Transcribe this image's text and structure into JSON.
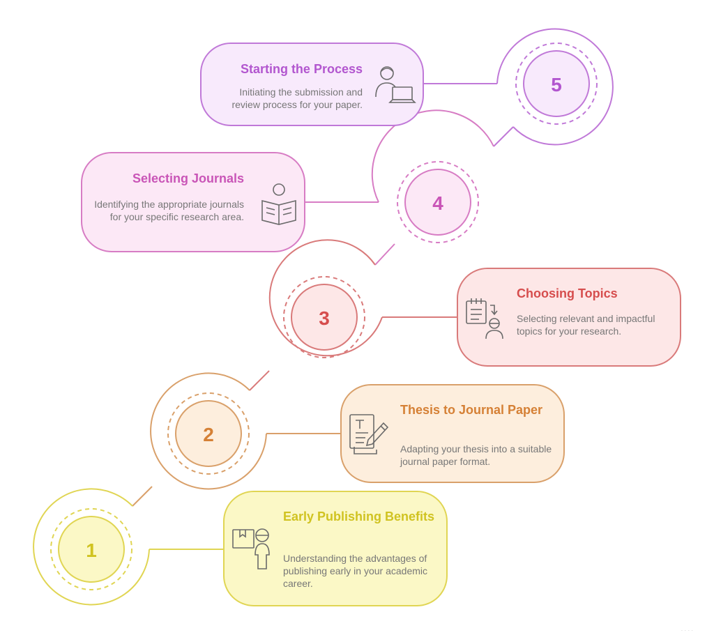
{
  "steps": [
    {
      "number": "1",
      "title": "Early Publishing Benefits",
      "description": "Understanding the advantages of publishing early in your academic career.",
      "icon": "person-document-icon",
      "color": "#e0d553",
      "text_color": "#d0c321",
      "fill": "#fbf8c6"
    },
    {
      "number": "2",
      "title": "Thesis to Journal Paper",
      "description": "Adapting your thesis into a suitable journal paper format.",
      "icon": "document-edit-icon",
      "color": "#d9a06a",
      "text_color": "#d58035",
      "fill": "#fdeedd"
    },
    {
      "number": "3",
      "title": "Choosing Topics",
      "description": "Selecting relevant and impactful topics for your research.",
      "icon": "clipboard-person-icon",
      "color": "#d97a7a",
      "text_color": "#d64d4d",
      "fill": "#fde7e7"
    },
    {
      "number": "4",
      "title": "Selecting Journals",
      "description": "Identifying the appropriate journals for your specific research area.",
      "icon": "person-reading-icon",
      "color": "#d77cc4",
      "text_color": "#c955b7",
      "fill": "#fce8f6"
    },
    {
      "number": "5",
      "title": "Starting the Process",
      "description": "Initiating the submission and review process for your paper.",
      "icon": "person-laptop-icon",
      "color": "#c079d8",
      "text_color": "#b256cf",
      "fill": "#f8eafc"
    }
  ]
}
